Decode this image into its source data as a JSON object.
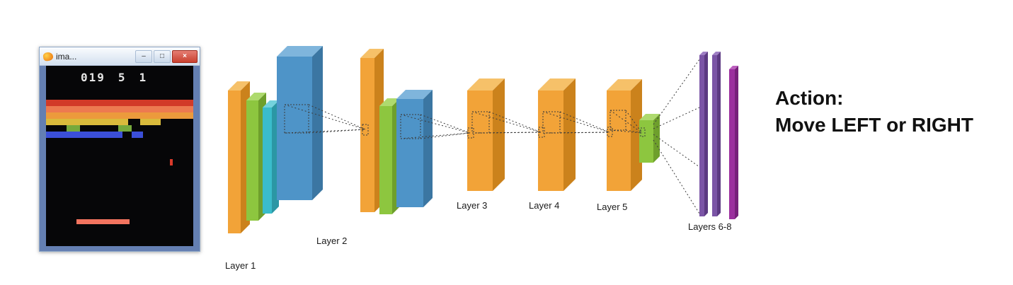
{
  "window": {
    "title": "ima...",
    "controls": {
      "minimize": "–",
      "maximize": "□",
      "close": "×"
    },
    "icons": {
      "app_icon": "atari-flame-logo",
      "close_icon": "x-glyph",
      "minimize_icon": "dash-glyph",
      "maximize_icon": "square-glyph"
    },
    "game": {
      "score_digits": [
        "019",
        "5",
        "1"
      ],
      "wall_color": "#647FB2",
      "brick_row_colors": [
        "#D23A28",
        "#ED7A50",
        "#EC9A3C",
        "#D9BA3C",
        "#76A93C",
        "#3B4FD8"
      ],
      "paddle_color": "#F3745F",
      "ball_color": "#D93A2B"
    }
  },
  "diagram": {
    "layers": [
      {
        "label": "Layer 1"
      },
      {
        "label": "Layer 2"
      },
      {
        "label": "Layer 3"
      },
      {
        "label": "Layer 4"
      },
      {
        "label": "Layer 5"
      },
      {
        "label": "Layers 6-8"
      }
    ],
    "colors": {
      "orange": "#F2A338",
      "green": "#8DC63F",
      "teal": "#3ABCCB",
      "blue": "#4E94C8",
      "purple": "#7B55A6",
      "magenta": "#9B2F9E",
      "cone_line": "#3C3C3C"
    },
    "action": {
      "line1": "Action:",
      "line2": "Move LEFT or RIGHT"
    }
  }
}
